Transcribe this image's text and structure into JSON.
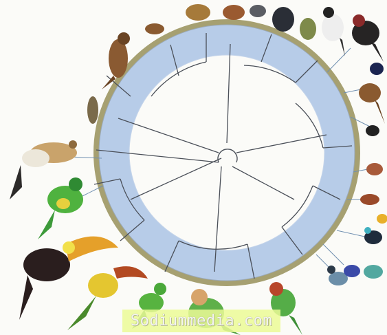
{
  "watermark": {
    "text": "Sodiummedia.com"
  },
  "colors": {
    "background": "#fbfbf8",
    "ring": "#b7cce8",
    "ring_edge": "#9aa9b9",
    "branch": "#4a4f58",
    "tips": "#a6a071",
    "leader": "#6f8fb0"
  },
  "illustrations": [
    "brown-flycatcher",
    "small-brown-bird",
    "thrush",
    "grey-finch",
    "black-bird",
    "olive-bird",
    "white-throated-bird",
    "black-drongo",
    "dark-blue-bird",
    "chestnut-bird",
    "small-black-bird",
    "red-sparrow",
    "rufous-bird",
    "yellow-tanager",
    "blue-tanager",
    "grey-jay",
    "purple-honeycreeper",
    "teal-bird",
    "green-parrot",
    "green-parakeet",
    "yellow-headed-parrot",
    "aracari",
    "toucan",
    "green-cotinga",
    "cuckoo",
    "brown-tyrant",
    "olive-flycatcher"
  ]
}
